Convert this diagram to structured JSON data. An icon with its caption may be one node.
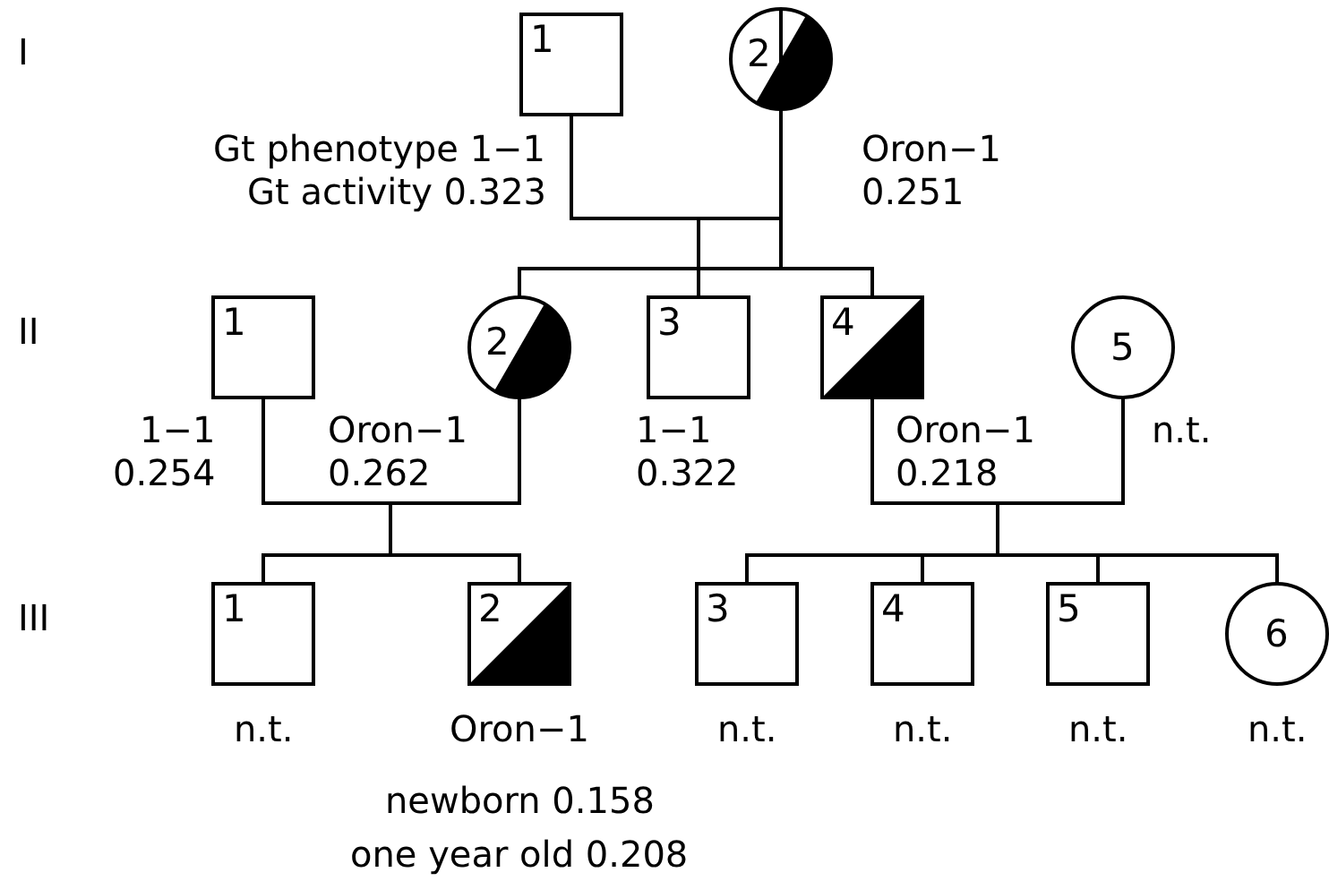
{
  "diagram": {
    "nodes": [
      {
        "text": [
          "1"
        ],
        "beside": [
          "Gt phenotype 1−1",
          "Gt activity 0.323"
        ]
      },
      {
        "text": [
          "2"
        ],
        "beside": [
          "Oron−1",
          "0.251"
        ]
      },
      {
        "text": [
          "1"
        ],
        "beside": [
          "1−1",
          "0.254"
        ]
      },
      {
        "text": [
          "2"
        ],
        "beside": [
          "Oron−1",
          "0.262"
        ]
      },
      {
        "text": [
          "3"
        ],
        "beside": [
          "1−1",
          "0.322"
        ]
      },
      {
        "text": [
          "4"
        ],
        "beside": [
          "Oron−1",
          "0.218"
        ]
      },
      {
        "text": [
          "5"
        ],
        "beside": [
          "n.t."
        ]
      },
      {
        "text": [
          "1"
        ],
        "beside": [
          "n.t."
        ]
      },
      {
        "text": [
          "2"
        ],
        "beside": [
          "Oron−1",
          "newborn 0.158",
          "one year old 0.208"
        ]
      },
      {
        "text": [
          "3"
        ],
        "beside": [
          "n.t."
        ]
      },
      {
        "text": [
          "4"
        ],
        "beside": [
          "n.t."
        ]
      },
      {
        "text": [
          "5"
        ],
        "beside": [
          "n.t."
        ]
      },
      {
        "text": [
          "6"
        ],
        "beside": [
          "n.t."
        ]
      }
    ],
    "edges": [
      {
        "from": 0,
        "to": 1,
        "arrow": "none"
      },
      {
        "from": 0,
        "to": 3,
        "arrow": "none"
      },
      {
        "from": 1,
        "to": 3,
        "arrow": "none"
      },
      {
        "from": 0,
        "to": 4,
        "arrow": "none"
      },
      {
        "from": 1,
        "to": 4,
        "arrow": "none"
      },
      {
        "from": 0,
        "to": 5,
        "arrow": "none"
      },
      {
        "from": 1,
        "to": 5,
        "arrow": "none"
      },
      {
        "from": 2,
        "to": 3,
        "arrow": "none"
      },
      {
        "from": 2,
        "to": 7,
        "arrow": "none"
      },
      {
        "from": 3,
        "to": 7,
        "arrow": "none"
      },
      {
        "from": 2,
        "to": 8,
        "arrow": "none"
      },
      {
        "from": 3,
        "to": 8,
        "arrow": "none"
      },
      {
        "from": 5,
        "to": 6,
        "arrow": "none"
      },
      {
        "from": 5,
        "to": 9,
        "arrow": "none"
      },
      {
        "from": 6,
        "to": 9,
        "arrow": "none"
      },
      {
        "from": 5,
        "to": 10,
        "arrow": "none"
      },
      {
        "from": 6,
        "to": 10,
        "arrow": "none"
      },
      {
        "from": 5,
        "to": 11,
        "arrow": "none"
      },
      {
        "from": 6,
        "to": 11,
        "arrow": "none"
      },
      {
        "from": 5,
        "to": 12,
        "arrow": "none"
      },
      {
        "from": 6,
        "to": 12,
        "arrow": "none"
      }
    ],
    "labels": [
      "I",
      "II",
      "III"
    ]
  }
}
